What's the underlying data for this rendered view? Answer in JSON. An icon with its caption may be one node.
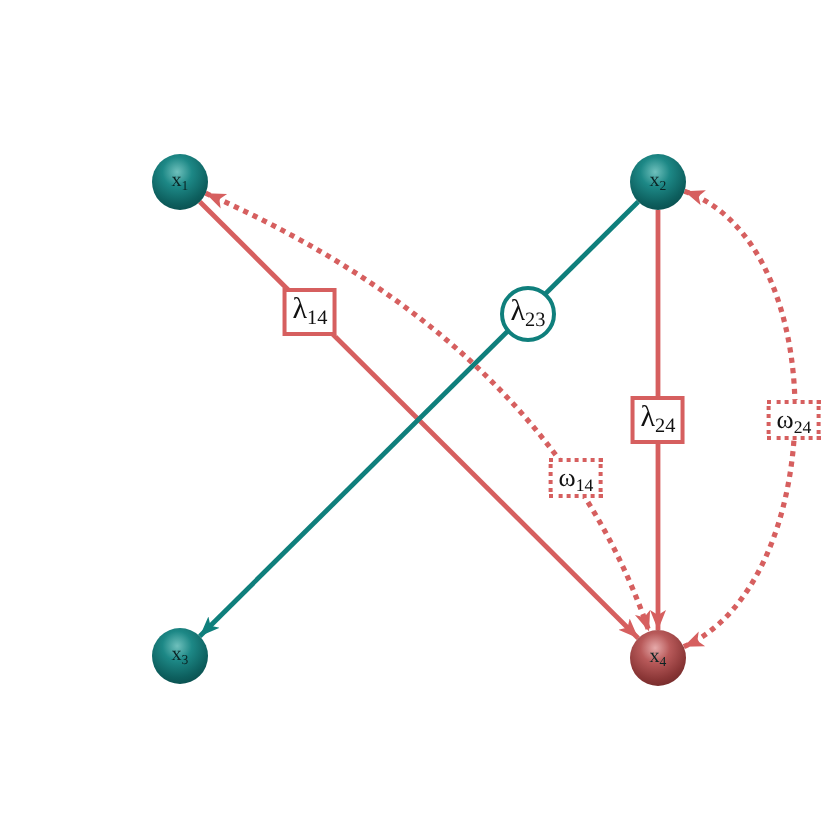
{
  "diagram": {
    "nodes": [
      {
        "text": [
          "x$_{1}$"
        ]
      },
      {
        "text": [
          "x$_{2}$"
        ]
      },
      {
        "text": [
          "x$_{3}$"
        ]
      },
      {
        "text": [
          "x$_{4}$"
        ]
      }
    ],
    "edges": [
      {
        "from": 0,
        "to": 3,
        "arrow": "to",
        "label": "λ$_{14}$"
      },
      {
        "from": 1,
        "to": 2,
        "arrow": "to",
        "label": "λ$_{23}$",
        "color": "#0f7f7c"
      },
      {
        "from": 1,
        "to": 3,
        "arrow": "to",
        "label": "λ$_{24}$"
      },
      {
        "from": 0,
        "to": 3,
        "arrow": "both",
        "label": "ω$_{14}$",
        "style": "dashed"
      },
      {
        "from": 1,
        "to": 3,
        "arrow": "both",
        "label": "ω$_{24}$",
        "style": "dashed"
      }
    ]
  }
}
